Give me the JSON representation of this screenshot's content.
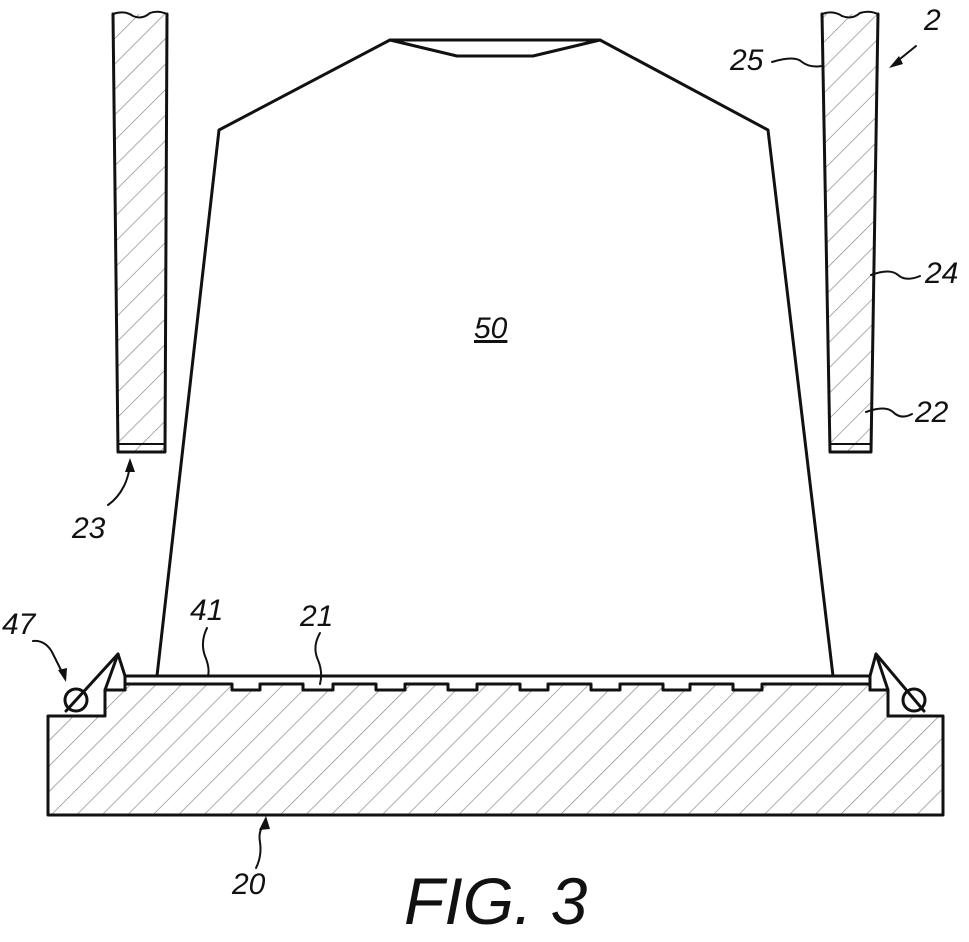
{
  "figure": {
    "caption": "FIG. 3",
    "labels": {
      "l50": "50",
      "l2": "2",
      "l25": "25",
      "l24": "24",
      "l22": "22",
      "l23": "23",
      "l47": "47",
      "l41": "41",
      "l21": "21",
      "l20": "20"
    }
  },
  "colors": {
    "line": "#111111",
    "hatch": "#8a8a8a",
    "background": "#ffffff"
  }
}
